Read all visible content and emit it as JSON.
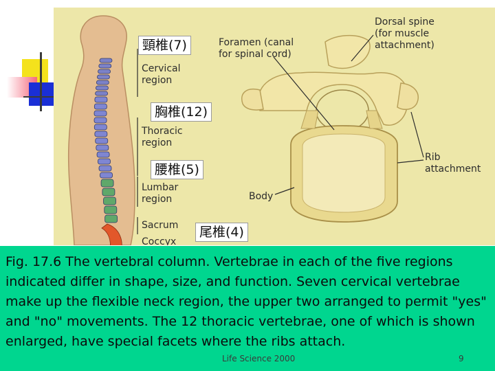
{
  "figure": {
    "labels": {
      "cervical": "Cervical\nregion",
      "thoracic": "Thoracic\nregion",
      "lumbar": "Lumbar\nregion",
      "sacrum": "Sacrum",
      "coccyx": "Coccyx",
      "foramen": "Foramen (canal\nfor spinal cord)",
      "dorsal_spine": "Dorsal spine\n(for muscle\nattachment)",
      "rib_attachment": "Rib\nattachment",
      "body": "Body"
    },
    "cn_labels": {
      "cervical": "頸椎(7)",
      "thoracic": "胸椎(12)",
      "lumbar": "腰椎(5)",
      "coccyx": "尾椎(4)"
    },
    "colors": {
      "figure_bg": "#ede7a9",
      "bone": "#f2e6a8",
      "bone_shadow": "#c9b26a",
      "cervical": "#7c82c8",
      "thoracic": "#7f86d2",
      "lumbar": "#5fa86a",
      "sacrum": "#e2572a",
      "caption_bg": "#00d68f"
    }
  },
  "caption": {
    "text": "Fig. 17.6 The vertebral column.  Vertebrae in each of the five regions indicated differ in shape, size, and function.  Seven cervical vertebrae make up the flexible neck region, the upper two arranged to permit \"yes\" and \"no\" movements.  The 12 thoracic vertebrae, one of which is shown enlarged, have special facets where the ribs attach."
  },
  "footer": {
    "source": "Life Science 2000",
    "page": "9"
  }
}
